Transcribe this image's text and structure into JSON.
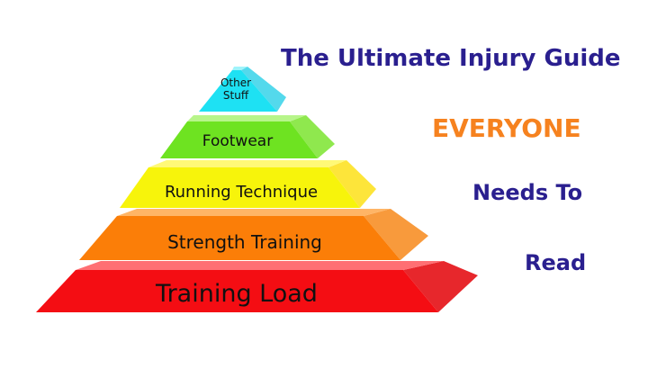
{
  "tiers": [
    {
      "label": "Training Load",
      "front": "#f40d13",
      "top": "#ff6f73",
      "side": "#e7272c",
      "level": 1
    },
    {
      "label": "Strength Training",
      "front": "#fb7e08",
      "top": "#ffb566",
      "side": "#f89a3c",
      "level": 2
    },
    {
      "label": "Running Technique",
      "front": "#f7f40b",
      "top": "#fff977",
      "side": "#fde53a",
      "level": 3
    },
    {
      "label": "Footwear",
      "front": "#6ee321",
      "top": "#b7f58a",
      "side": "#8fe84e",
      "level": 4
    },
    {
      "label": "Other Stuff",
      "front": "#1ee1f3",
      "top": "#9ff4fb",
      "side": "#54d9ec",
      "level": 5
    }
  ],
  "heading": {
    "title": "The Ultimate Injury Guide",
    "emphasis": "EVERYONE",
    "line3": "Needs To",
    "line4": "Read"
  },
  "colors": {
    "heading": "#2a1f8f",
    "emphasis": "#f6821f"
  }
}
